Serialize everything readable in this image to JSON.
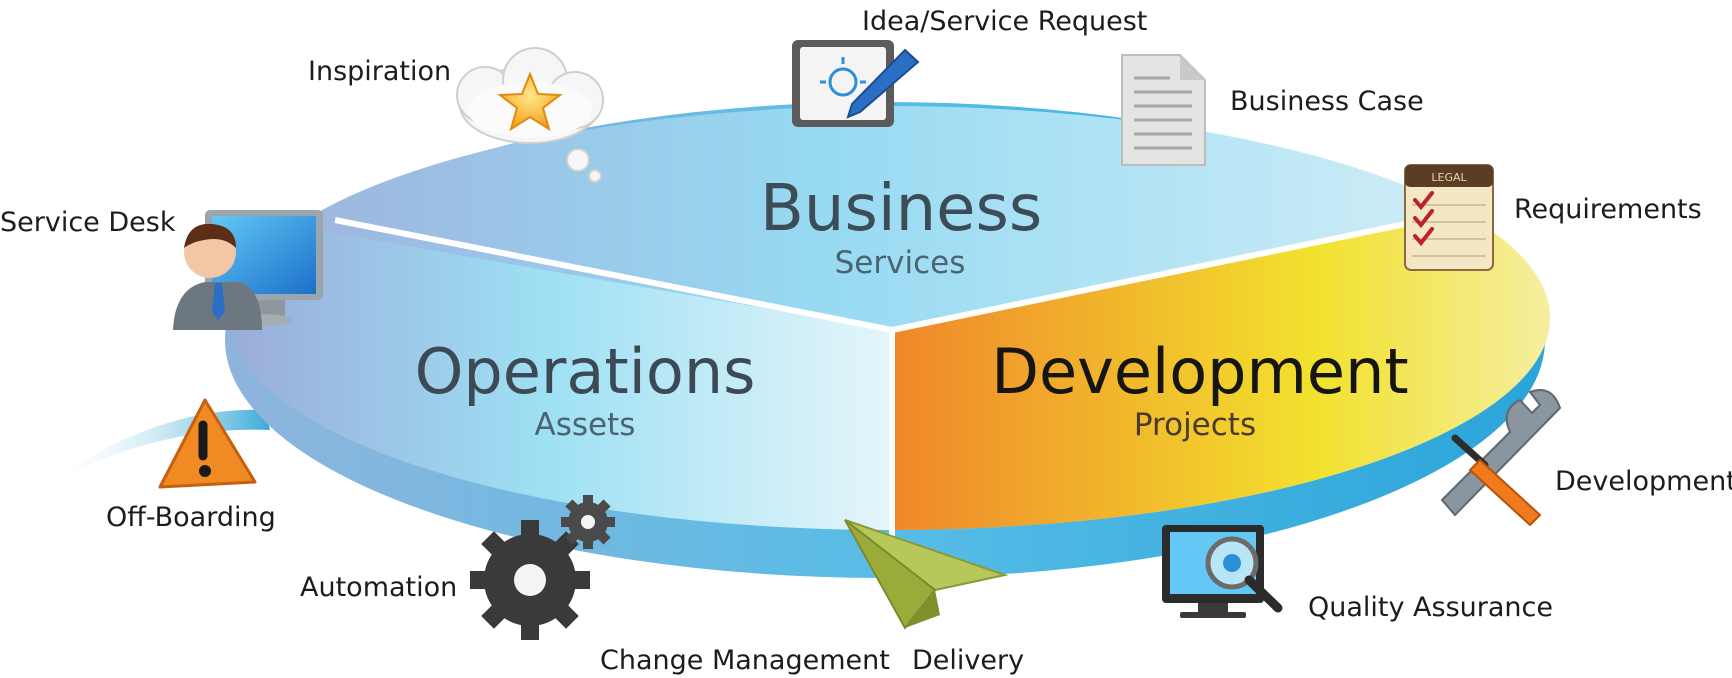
{
  "segments": {
    "business": {
      "title": "Business",
      "subtitle": "Services"
    },
    "operations": {
      "title": "Operations",
      "subtitle": "Assets"
    },
    "development": {
      "title": "Development",
      "subtitle": "Projects"
    }
  },
  "labels": {
    "inspiration": "Inspiration",
    "idea_request": "Idea/Service Request",
    "business_case": "Business Case",
    "requirements": "Requirements",
    "service_desk": "Service Desk",
    "off_boarding": "Off-Boarding",
    "automation": "Automation",
    "change_management": "Change Management",
    "delivery": "Delivery",
    "development": "Development",
    "quality_assurance": "Quality Assurance"
  },
  "icons": {
    "inspiration": "thought-cloud-star-icon",
    "idea_request": "lightbulb-board-icon",
    "business_case": "document-icon",
    "requirements": "legal-pad-checklist-icon",
    "service_desk": "agent-computer-icon",
    "off_boarding": "warning-triangle-icon",
    "automation": "gears-icon",
    "delivery": "paper-plane-icon",
    "development": "wrench-screwdriver-icon",
    "quality_assurance": "monitor-magnifier-icon"
  },
  "legal_pad_text": "LEGAL",
  "colors": {
    "business": "#a9dcf1",
    "operations": "#8fcde8",
    "development_start": "#f08a2a",
    "development_end": "#f4ef60",
    "rim": "#3aa9d8"
  }
}
